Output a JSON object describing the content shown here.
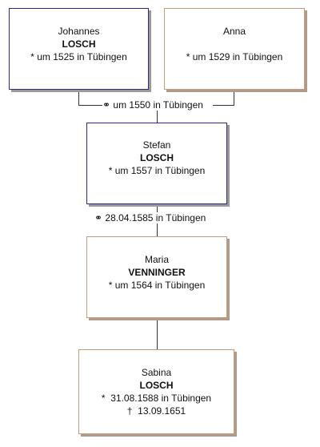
{
  "persons": {
    "johannes": {
      "given": "Johannes",
      "surname": "LOSCH",
      "birth_symbol": "*",
      "birth": "um 1525 in Tübingen"
    },
    "anna": {
      "given": "Anna",
      "surname": "",
      "birth_symbol": "*",
      "birth": "um 1529 in Tübingen"
    },
    "stefan": {
      "given": "Stefan",
      "surname": "LOSCH",
      "birth_symbol": "*",
      "birth": "um 1557 in Tübingen"
    },
    "maria": {
      "given": "Maria",
      "surname": "VENNINGER",
      "birth_symbol": "*",
      "birth": "um 1564 in Tübingen"
    },
    "sabina": {
      "given": "Sabina",
      "surname": "LOSCH",
      "birth_symbol": "*",
      "birth": "31.08.1588 in Tübingen",
      "death_symbol": "†",
      "death": "13.09.1651"
    }
  },
  "marriages": {
    "johannes_anna": {
      "symbol": "⚭",
      "text": "um 1550 in Tübingen"
    },
    "stefan_maria": {
      "symbol": "⚭",
      "text": "28.04.1585 in Tübingen"
    }
  },
  "colors": {
    "male_border": "#2a2a8a",
    "female_border": "#c89a78",
    "shadow": "#9a9a9a"
  }
}
